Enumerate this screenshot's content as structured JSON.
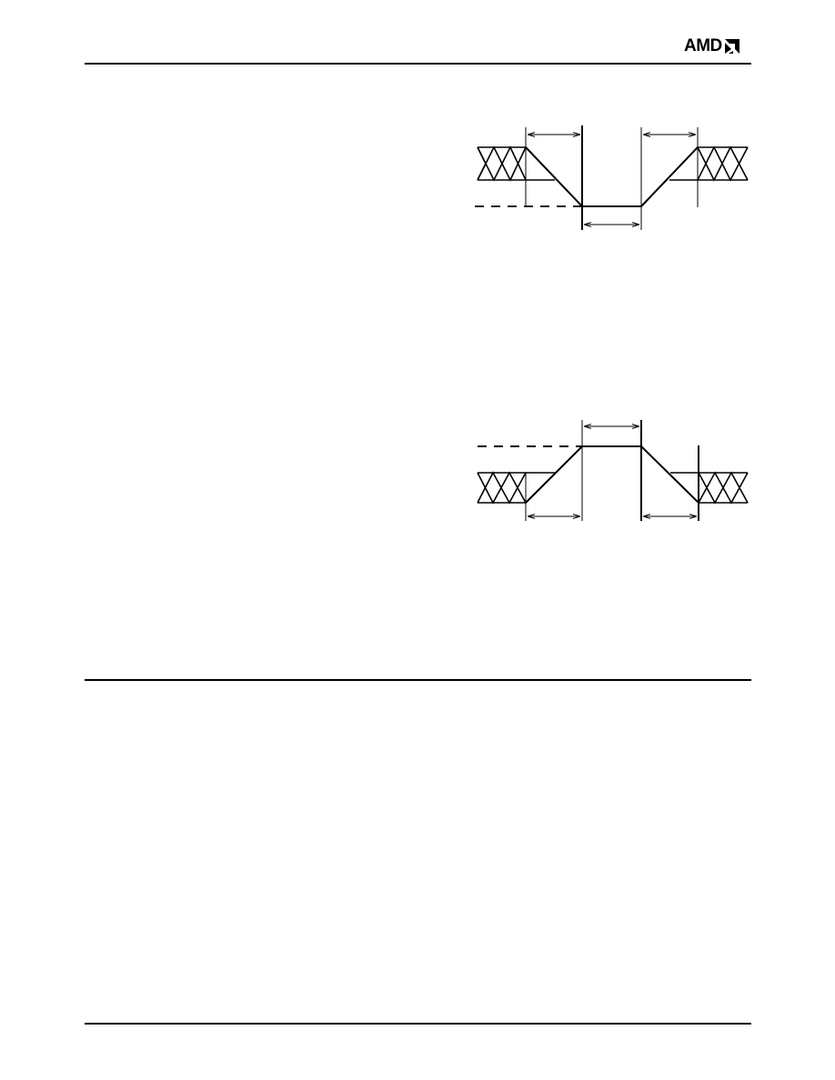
{
  "header": {
    "logo_text": "AMD",
    "logo_icon": "amd-arrow-logo-icon"
  },
  "figures": [
    {
      "id": "waveform-low-pulse",
      "shape": "low-going pulse with invalid-data regions and timing arrows"
    },
    {
      "id": "waveform-high-pulse",
      "shape": "high-going pulse with invalid-data regions and timing arrows"
    }
  ]
}
